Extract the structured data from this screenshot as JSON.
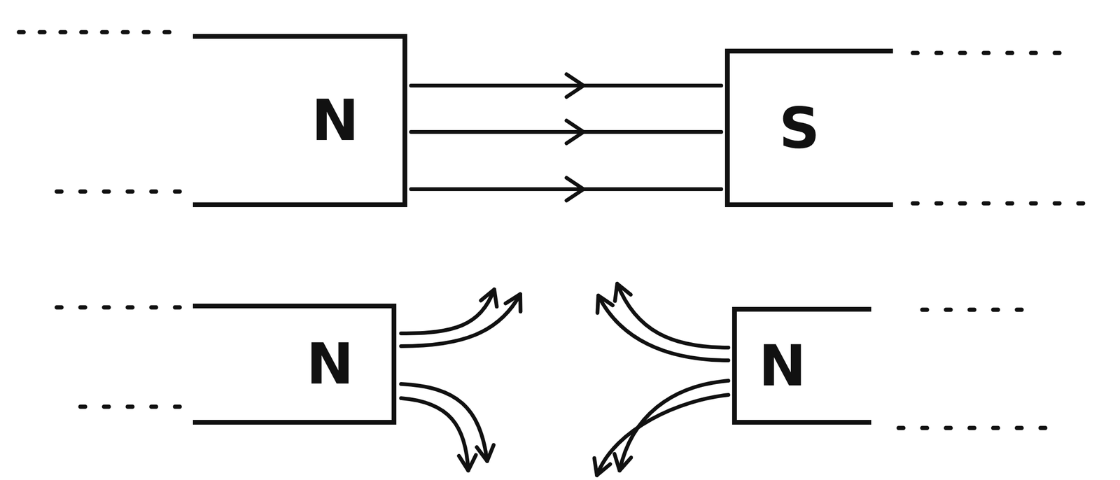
{
  "diagram": {
    "nodes": [
      {
        "text": [
          "N"
        ]
      },
      {
        "text": [
          "S"
        ]
      },
      {
        "text": [
          "N"
        ]
      },
      {
        "text": [
          "N"
        ]
      }
    ],
    "edges": [
      {
        "from": 0,
        "to": 1,
        "arrow": "to"
      },
      {
        "from": 0,
        "to": 1,
        "arrow": "to"
      },
      {
        "from": 0,
        "to": 1,
        "arrow": "to"
      }
    ]
  }
}
